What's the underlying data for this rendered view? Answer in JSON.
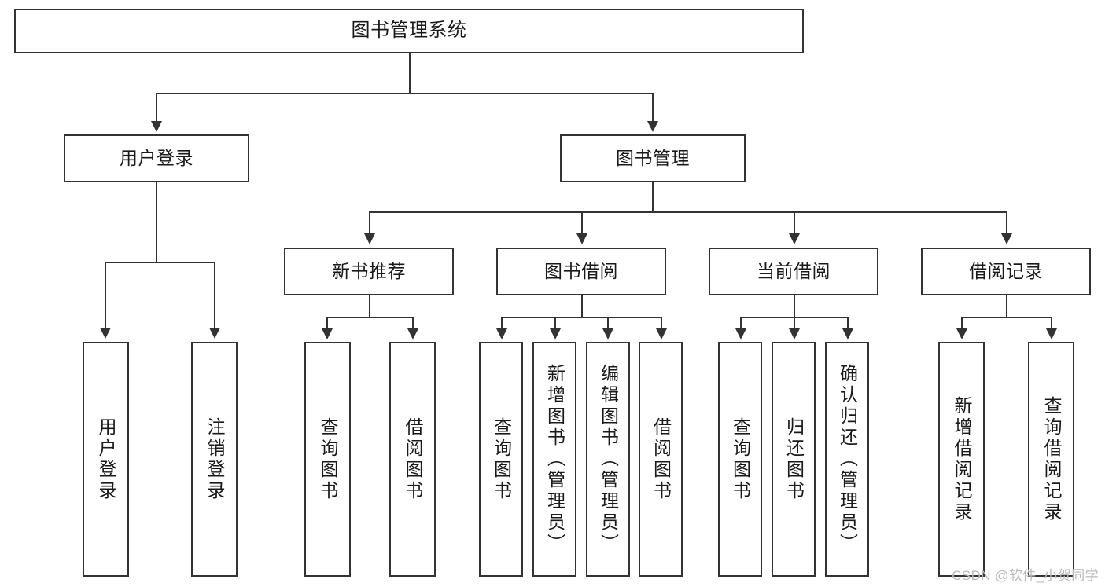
{
  "diagram": {
    "type": "tree",
    "title": "图书管理系统",
    "watermark": "CSDN @软件_小贺同学",
    "root": {
      "label": "图书管理系统"
    },
    "level1": [
      {
        "label": "用户登录"
      },
      {
        "label": "图书管理"
      }
    ],
    "level2": [
      {
        "label": "新书推荐"
      },
      {
        "label": "图书借阅"
      },
      {
        "label": "当前借阅"
      },
      {
        "label": "借阅记录"
      }
    ],
    "leaves": {
      "user_login": [
        {
          "label": "用户登录"
        },
        {
          "label": "注销登录"
        }
      ],
      "new_book_recommend": [
        {
          "label": "查询图书"
        },
        {
          "label": "借阅图书"
        }
      ],
      "book_borrow": [
        {
          "label": "查询图书"
        },
        {
          "label": "新增图书（管理员）"
        },
        {
          "label": "编辑图书（管理员）"
        },
        {
          "label": "借阅图书"
        }
      ],
      "current_borrow": [
        {
          "label": "查询图书"
        },
        {
          "label": "归还图书"
        },
        {
          "label": "确认归还（管理员）"
        }
      ],
      "borrow_record": [
        {
          "label": "新增借阅记录"
        },
        {
          "label": "查询借阅记录"
        }
      ]
    },
    "colors": {
      "stroke": "#333333",
      "fill": "#ffffff",
      "text": "#1a1a1a",
      "watermark": "#b9b9b9"
    }
  }
}
